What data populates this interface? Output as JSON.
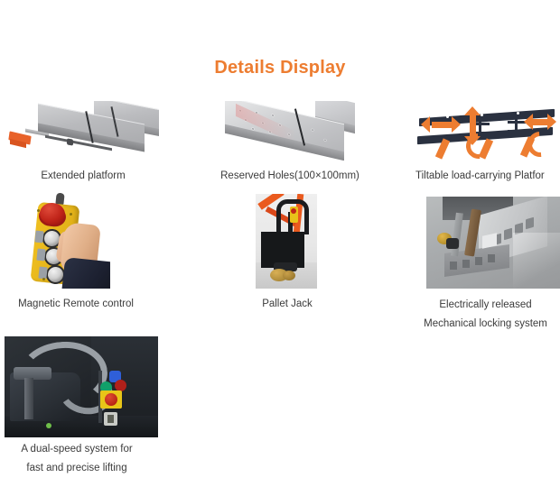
{
  "page": {
    "title": "Details Display",
    "title_color": "#ED7D31",
    "background": "#FFFFFF",
    "caption_color": "#3B3B3B"
  },
  "items": [
    {
      "id": "extended-platform",
      "caption": "Extended platform",
      "image_alt": "Grey steel lift table platform with sliding extension deck and orange end stop",
      "colors": {
        "metal": "#BCBDC0",
        "accent": "#E8622A"
      }
    },
    {
      "id": "reserved-holes",
      "caption": "Reserved Holes(100×100mm)",
      "image_alt": "Flat stainless steel platform deck with grid of reserved mounting holes",
      "colors": {
        "metal": "#D3D4D6"
      }
    },
    {
      "id": "tiltable-platform",
      "caption": "Tiltable load-carrying Platfor",
      "image_alt": "Dark navy scissor frame diagram with orange motion arrows showing tilt and travel",
      "colors": {
        "frame": "#2A3140",
        "arrow": "#ED7D31"
      }
    },
    {
      "id": "magnetic-remote-control",
      "caption": "Magnetic Remote control",
      "image_alt": "Hand holding a yellow pendant remote with red emergency stop and three push buttons",
      "colors": {
        "body": "#E8B81C",
        "estop": "#C02419",
        "sleeve": "#1C2030"
      }
    },
    {
      "id": "pallet-jack",
      "caption": "Pallet Jack",
      "image_alt": "Black pallet jack with tiller handle and brass rollers on a light floor",
      "colors": {
        "body": "#16181A",
        "background_machine": "#EA5A1E"
      }
    },
    {
      "id": "mechanical-locking-system",
      "caption_line1": "Electrically released",
      "caption_line2": "Mechanical locking system",
      "image_alt": "Close-up of a toothed steel locking rack with engaging pawl and brass solenoid",
      "colors": {
        "metal": "#A9ACAE",
        "brass": "#E3B84A"
      }
    },
    {
      "id": "dual-speed-system",
      "caption_line1": "A dual-speed system for",
      "caption_line2": "fast and precise lifting",
      "image_alt": "Dark machine bay with flexible conduit and a control post with blue, green, red indicator lamps and a yellow emergency stop",
      "colors": {
        "lamp_blue": "#2F5FD8",
        "lamp_green": "#11A06A",
        "lamp_red": "#B0201A",
        "estop_box": "#E8C518"
      }
    }
  ]
}
